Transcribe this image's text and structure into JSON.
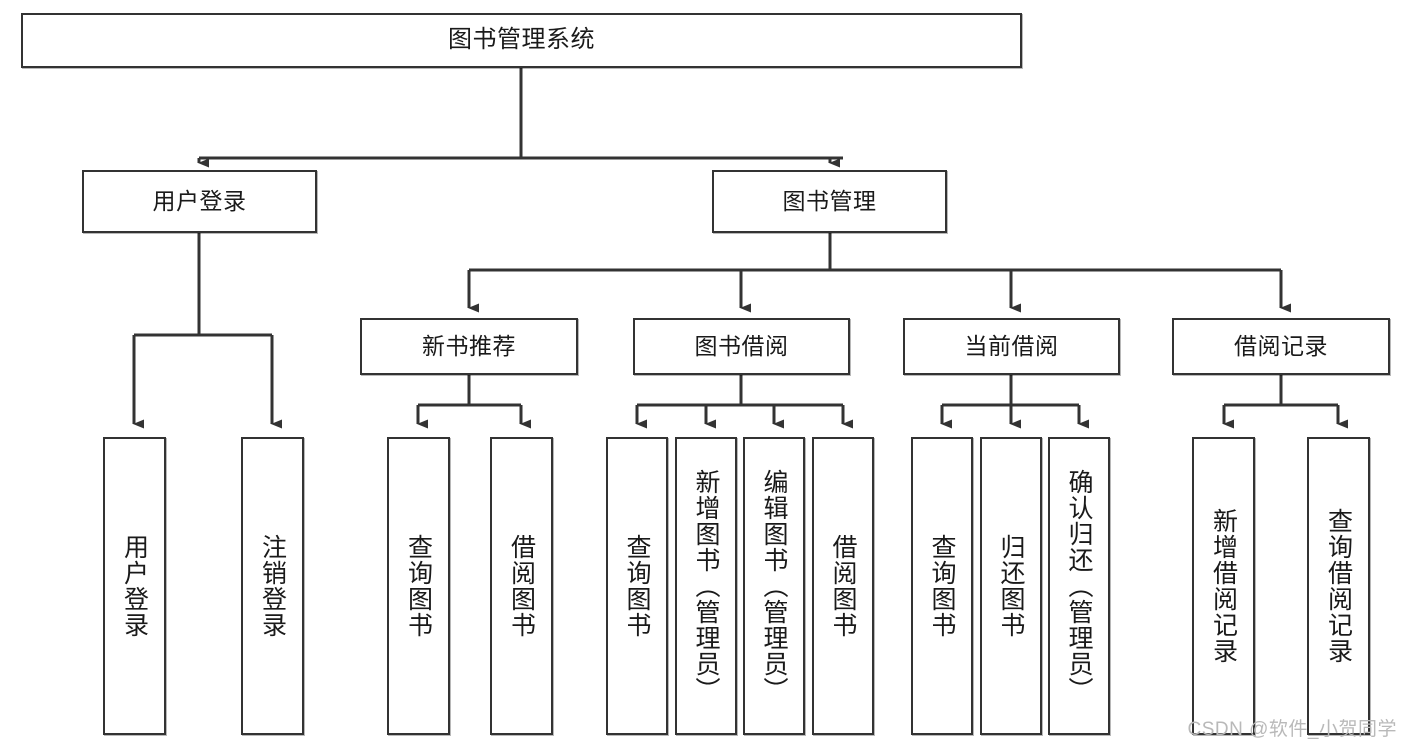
{
  "diagram": {
    "title": "图书管理系统",
    "type": "tree-hierarchy",
    "watermark": "CSDN @软件_小贺同学",
    "colors": {
      "box_border": "#333333",
      "box_fill": "#ffffff",
      "edge": "#333333",
      "text": "#1a1a1a",
      "watermark": "#b9b9b9",
      "background": "#ffffff"
    }
  },
  "nodes": {
    "root": {
      "label": "图书管理系统"
    },
    "level2": [
      {
        "id": "user-login",
        "label": "用户登录"
      },
      {
        "id": "book-manage",
        "label": "图书管理"
      }
    ],
    "level3": [
      {
        "id": "new-book-recommend",
        "label": "新书推荐"
      },
      {
        "id": "book-borrow",
        "label": "图书借阅"
      },
      {
        "id": "current-borrow",
        "label": "当前借阅"
      },
      {
        "id": "borrow-record",
        "label": "借阅记录"
      }
    ],
    "leaves": {
      "user_login": [
        {
          "id": "leaf-user-login",
          "label": "用户登录"
        },
        {
          "id": "leaf-user-logout",
          "label": "注销登录"
        }
      ],
      "new_book_recommend": [
        {
          "id": "leaf-query-book-1",
          "label": "查询图书"
        },
        {
          "id": "leaf-borrow-book-1",
          "label": "借阅图书"
        }
      ],
      "book_borrow": [
        {
          "id": "leaf-query-book-2",
          "label": "查询图书"
        },
        {
          "id": "leaf-add-book",
          "label": "新增图书（管理员）"
        },
        {
          "id": "leaf-edit-book",
          "label": "编辑图书（管理员）"
        },
        {
          "id": "leaf-borrow-book-2",
          "label": "借阅图书"
        }
      ],
      "current_borrow": [
        {
          "id": "leaf-query-book-3",
          "label": "查询图书"
        },
        {
          "id": "leaf-return-book",
          "label": "归还图书"
        },
        {
          "id": "leaf-confirm-return",
          "label": "确认归还（管理员）"
        }
      ],
      "borrow_record": [
        {
          "id": "leaf-add-record",
          "label": "新增借阅记录"
        },
        {
          "id": "leaf-query-record",
          "label": "查询借阅记录"
        }
      ]
    }
  }
}
